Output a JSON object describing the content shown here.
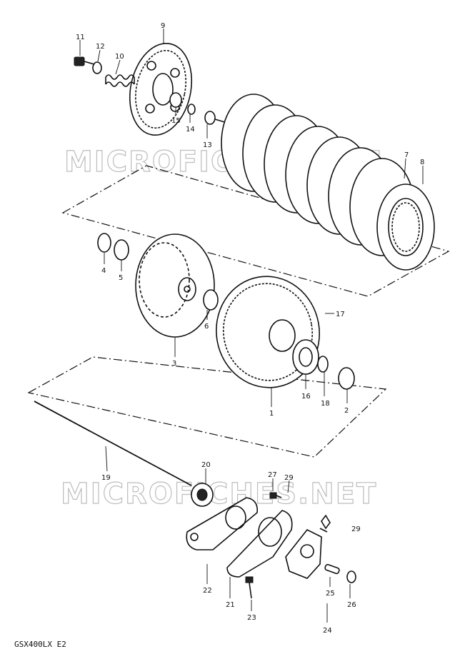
{
  "watermarks": [
    "MICROFICHES.NET",
    "MICROFICHES.NET"
  ],
  "caption": "GSX400LX E2",
  "labels": {
    "p11": "11",
    "p12": "12",
    "p10": "10",
    "p9": "9",
    "p15": "15",
    "p14": "14",
    "p13": "13",
    "p7": "7",
    "p8": "8",
    "p4": "4",
    "p5": "5",
    "p6": "6",
    "p3": "3",
    "p17": "17",
    "p16": "16",
    "p18": "18",
    "p2": "2",
    "p1": "1",
    "p19": "19",
    "p20": "20",
    "p27": "27",
    "p29a": "29",
    "p29b": "29",
    "p22": "22",
    "p21": "21",
    "p23": "23",
    "p25": "25",
    "p26": "26",
    "p24": "24"
  }
}
